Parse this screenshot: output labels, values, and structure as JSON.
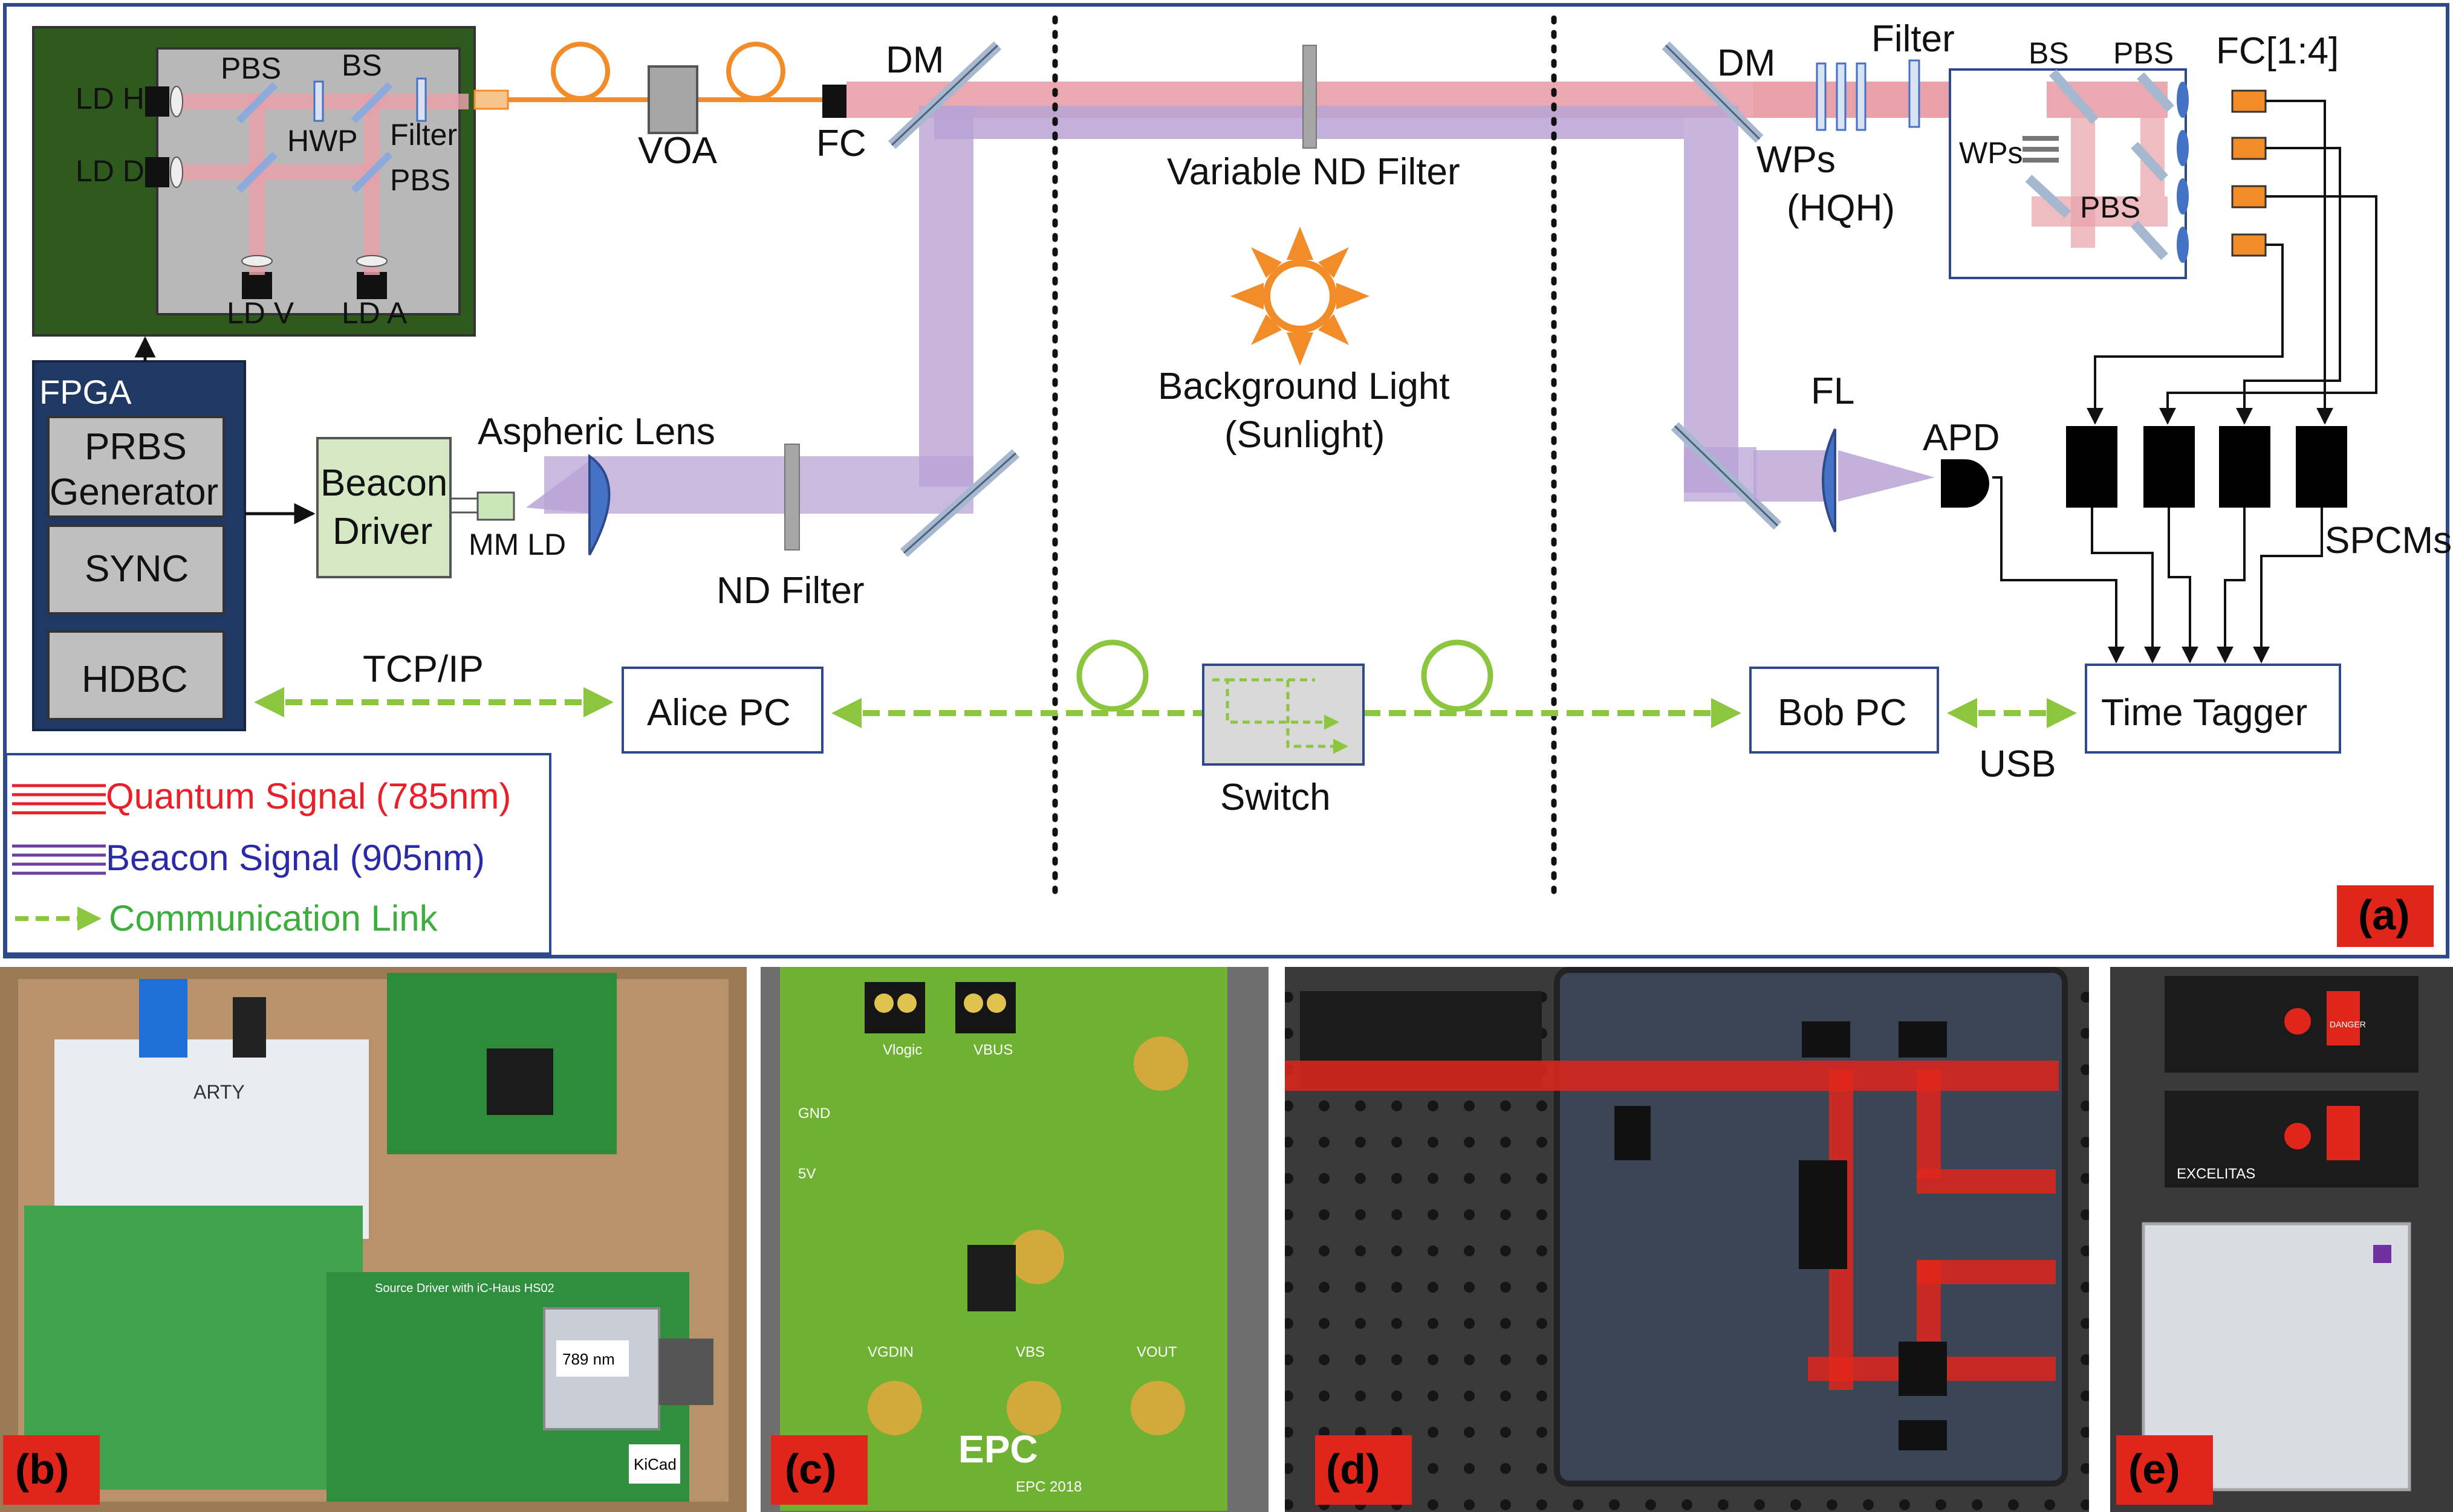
{
  "diagram": {
    "setup": {
      "laser_labels": [
        "LD H",
        "LD D",
        "LD V",
        "LD A"
      ],
      "source_optics": {
        "pbs_top": "PBS",
        "bs": "BS",
        "hwp": "HWP",
        "filter": "Filter",
        "pbs_bottom": "PBS"
      },
      "voa": "VOA",
      "fc": "FC",
      "dm_left": "DM",
      "dm_right": "DM",
      "variable_nd": "Variable ND Filter",
      "background_light": [
        "Background Light",
        "(Sunlight)"
      ],
      "aspheric_lens": "Aspheric Lens",
      "nd_filter": "ND Filter",
      "mm_ld": "MM LD",
      "beacon_driver": [
        "Beacon",
        "Driver"
      ],
      "fpga": {
        "title": "FPGA",
        "prbs": [
          "PRBS",
          "Generator"
        ],
        "sync": "SYNC",
        "hdbc": "HDBC"
      },
      "receiver": {
        "wps": [
          "WPs",
          "(HQH)"
        ],
        "filter": "Filter",
        "bs": "BS",
        "pbs_top": "PBS",
        "wps_inner": "WPs",
        "pbs_inner": "PBS",
        "fc": "FC[1:4]",
        "fl": "FL",
        "apd": "APD",
        "spcms": "SPCMs"
      },
      "tcp_ip": "TCP/IP",
      "alice_pc": "Alice PC",
      "switch": "Switch",
      "bob_pc": "Bob PC",
      "usb": "USB",
      "time_tagger": "Time Tagger",
      "panel_tag": "(a)"
    },
    "legend": {
      "quantum": "Quantum Signal (785nm)",
      "beacon": "Beacon Signal (905nm)",
      "comm": "Communication Link"
    },
    "photo_panels": [
      {
        "tag": "(b)",
        "board_text": [
          "Source Driver with iC-Haus HS02",
          "789 nm",
          "KiCad",
          "ARTY"
        ]
      },
      {
        "tag": "(c)",
        "board_text": [
          "Vlogic",
          "VBUS",
          "GND",
          "5V",
          "VGDIN",
          "VBS",
          "VOUT",
          "EPC",
          "EPC 2018"
        ]
      },
      {
        "tag": "(d)",
        "board_text": []
      },
      {
        "tag": "(e)",
        "board_text": [
          "EXCELITAS",
          "DANGER"
        ]
      }
    ]
  },
  "colors": {
    "quantum": "#E8A0A8",
    "quantum_legend": "#E8202A",
    "beacon": "#B9A3D6",
    "beacon_legend": "#6A3FA0",
    "comm": "#8CC63F",
    "comm_text": "#3DAE3D",
    "fiber": "#F28C28",
    "frame": "#2F4A8C",
    "fpga_bg": "#1F3864",
    "gray_box": "#BFBFBF",
    "pcb_green": "#2F5A1E",
    "tag_red": "#E0261B"
  },
  "icons": [
    "sun-icon",
    "fiber-loop-icon",
    "apd-detector-icon",
    "lens-icon",
    "mirror-icon"
  ]
}
